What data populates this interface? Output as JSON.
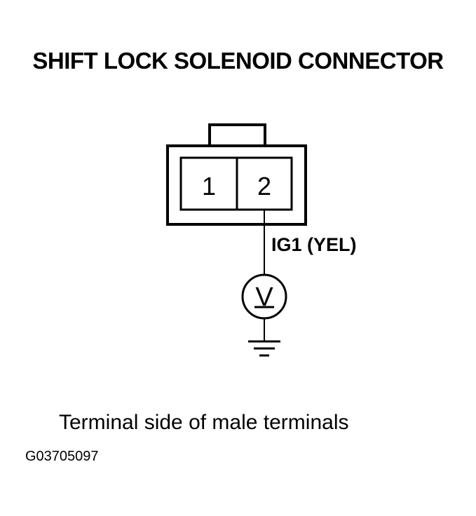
{
  "title": "SHIFT LOCK SOLENOID CONNECTOR",
  "connector": {
    "terminals": [
      "1",
      "2"
    ]
  },
  "wire_label": "IG1 (YEL)",
  "meter_symbol": "V",
  "icons": {
    "meter": "voltmeter-icon",
    "ground": "ground-icon"
  },
  "caption": "Terminal side of male terminals",
  "figure_id": "G03705097"
}
